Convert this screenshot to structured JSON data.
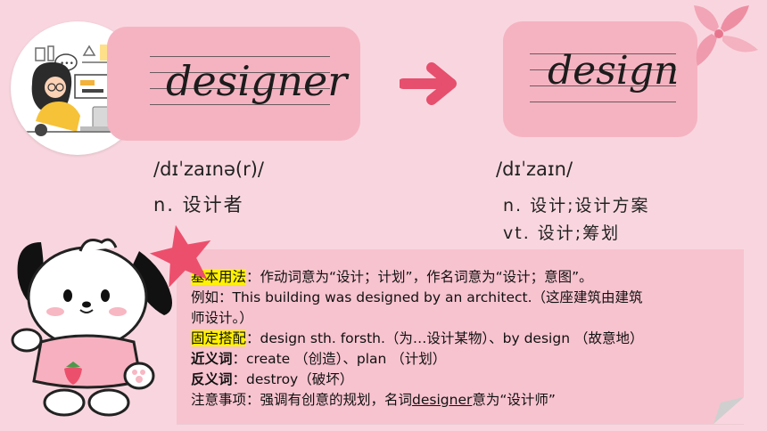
{
  "left_word": {
    "word": "designer",
    "phonetic": "/dɪˈzaɪnə(r)/",
    "pos_lines": [
      "n. 设计者"
    ]
  },
  "right_word": {
    "word": "design",
    "phonetic": "/dɪˈzaɪn/",
    "pos_lines": [
      "n. 设计;设计方案",
      "vt. 设计;筹划"
    ]
  },
  "notes": {
    "usage_label": "基本用法",
    "usage_text": "：作动词意为“设计；计划”，作名词意为“设计；意图”。",
    "example_label": "例如",
    "example_text_line1": "：This building was designed by an architect.（这座建筑由建筑",
    "example_text_line2": "师设计。）",
    "phrase_label": "固定搭配",
    "phrase_text": "：design sth. forsth.（为…设计某物）、by design （故意地）",
    "synonym_label": "近义词",
    "synonym_text": "：create （创造）、plan （计划）",
    "antonym_label": "反义词",
    "antonym_text": "：destroy（破坏）",
    "attention_label": "注意事项",
    "attention_text_pre": "：强调有创意的规划，名词",
    "attention_word": "designer",
    "attention_text_post": "意为“设计师”"
  },
  "colors": {
    "background": "#f9d6df",
    "card": "#f5b3c1",
    "arrow": "#e64f6d",
    "highlight": "#fff200",
    "star": "#ec4f6c"
  }
}
